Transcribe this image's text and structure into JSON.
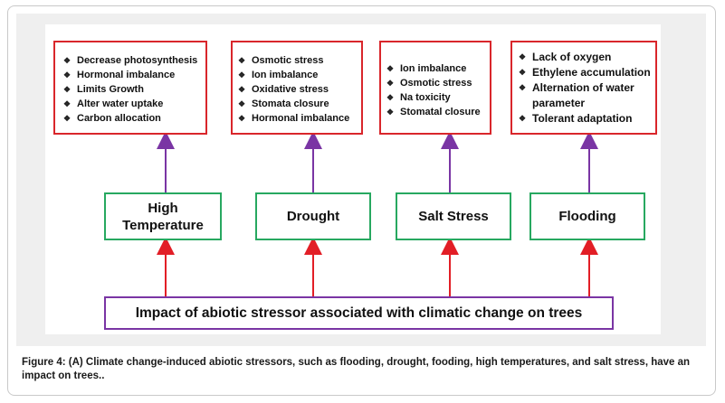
{
  "diagram": {
    "stressors": [
      {
        "label": "High Temperature",
        "effects": [
          "Decrease photosynthesis",
          "Hormonal imbalance",
          "Limits Growth",
          "Alter water uptake",
          "Carbon allocation"
        ]
      },
      {
        "label": "Drought",
        "effects": [
          "Osmotic stress",
          "Ion imbalance",
          "Oxidative stress",
          "Stomata closure",
          "Hormonal imbalance"
        ]
      },
      {
        "label": "Salt Stress",
        "effects": [
          "Ion imbalance",
          "Osmotic stress",
          "Na toxicity",
          "Stomatal closure"
        ]
      },
      {
        "label": "Flooding",
        "effects": [
          "Lack of oxygen",
          "Ethylene accumulation",
          "Alternation of water parameter",
          "Tolerant adaptation"
        ]
      }
    ],
    "base_label": "Impact of abiotic stressor associated with climatic change on trees",
    "bullet_glyph": "❖",
    "colors": {
      "effect_border": "#d9262b",
      "stressor_border": "#27a860",
      "base_border": "#7a35a4",
      "up_arrow": "#e21e26",
      "purple_arrow": "#7a35a4"
    }
  },
  "caption": "Figure 4: (A) Climate change-induced abiotic stressors, such as flooding, drought, fooding, high temperatures, and salt stress, have an impact on trees.."
}
